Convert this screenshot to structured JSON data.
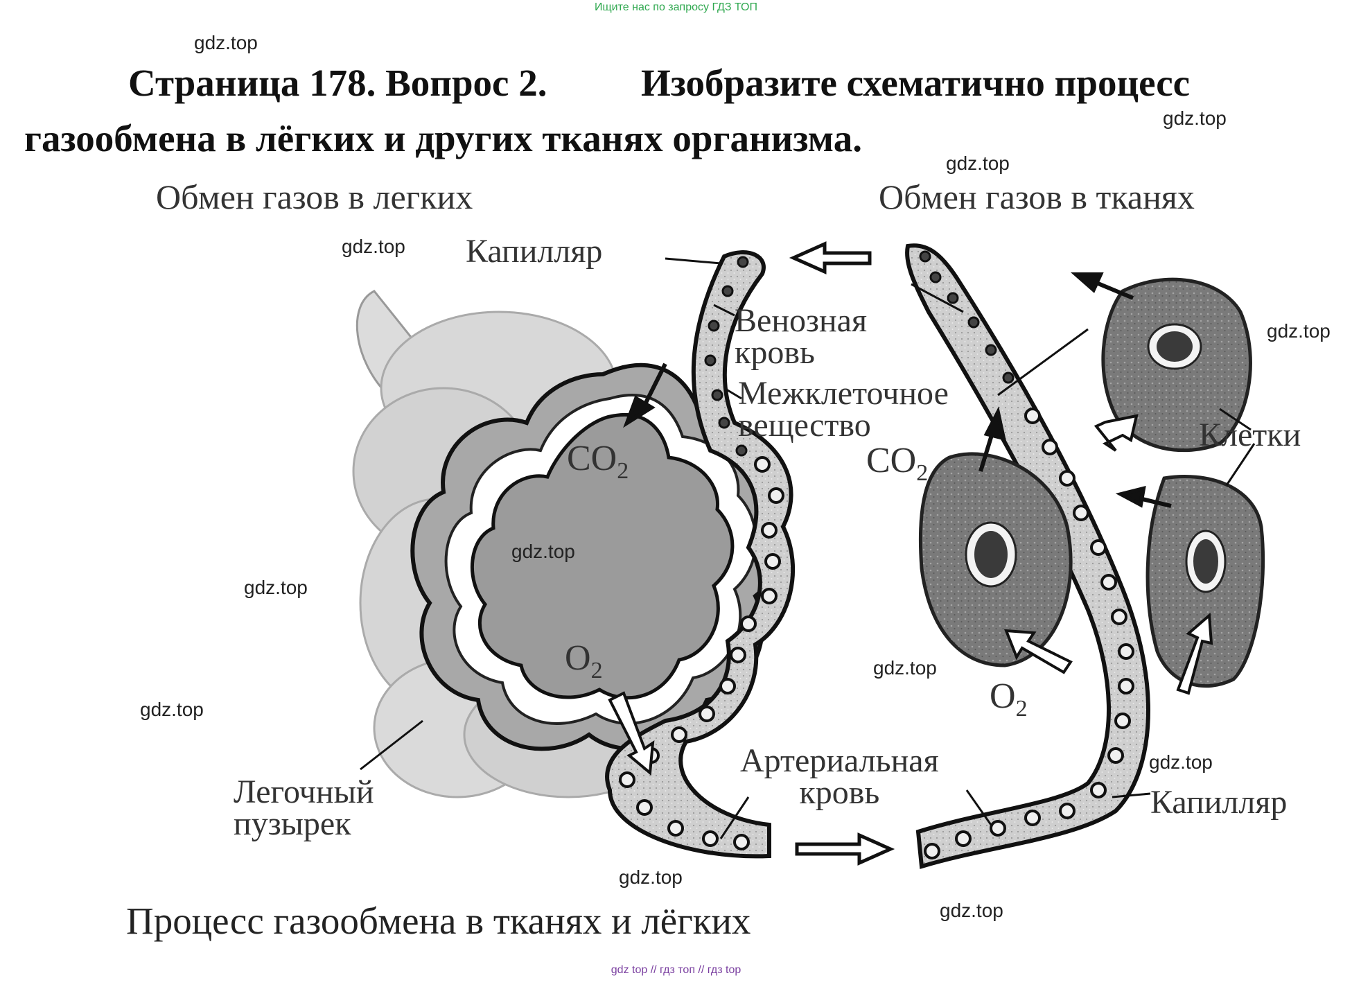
{
  "top_link": "Ищите нас по запросу ГДЗ ТОП",
  "heading": {
    "line1_a": "Страница 178. Вопрос 2.",
    "line1_b": "Изобразите  схематично  процесс",
    "line2": "газообмена в лёгких и других тканях организма."
  },
  "watermark": "gdz.top",
  "diagram": {
    "lungs_title": "Обмен газов в легких",
    "tissues_title": "Обмен газов в тканях",
    "capillary_top": "Капилляр",
    "venous_blood_1": "Венозная",
    "venous_blood_2": "кровь",
    "intercellular_1": "Межклеточное",
    "intercellular_2": "вещество",
    "co2_main": "CO",
    "co2_sub": "2",
    "o2_main": "O",
    "o2_sub": "2",
    "cells": "Клетки",
    "alveolus_1": "Легочный",
    "alveolus_2": "пузырек",
    "arterial_blood_1": "Артериальная",
    "arterial_blood_2": "кровь",
    "capillary_bottom": "Капилляр",
    "caption": "Процесс газообмена в тканях и лёгких"
  },
  "footer": "gdz top  //  гдз топ  //  гдз top"
}
